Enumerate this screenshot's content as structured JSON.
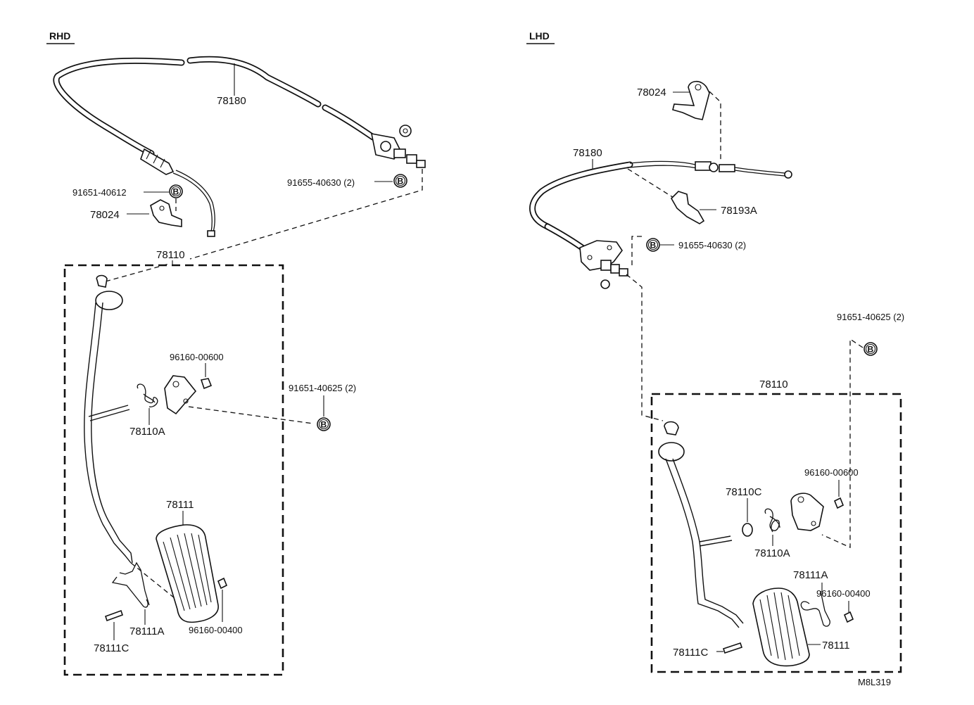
{
  "sections": {
    "rhd": {
      "label": "RHD"
    },
    "lhd": {
      "label": "LHD"
    }
  },
  "rhd_labels": {
    "cable": "78180",
    "bolt_cable": "91655-40630 (2)",
    "bolt_bracket": "91651-40612",
    "bracket": "78024",
    "assy": "78110",
    "nut_upper": "96160-00600",
    "bolt_pedal": "91651-40625 (2)",
    "spring_upper": "78110A",
    "pad": "78111",
    "spring_lower": "78111A",
    "nut_lower": "96160-00400",
    "pin": "78111C"
  },
  "lhd_labels": {
    "bracket": "78024",
    "cable": "78180",
    "clamp": "78193A",
    "bolt_cable": "91655-40630 (2)",
    "bolt_pedal": "91651-40625 (2)",
    "assy": "78110",
    "nut_upper": "96160-00600",
    "bushing": "78110C",
    "spring_upper": "78110A",
    "spring_lower": "78111A",
    "nut_lower": "96160-00400",
    "pin": "78111C",
    "pad": "78111"
  },
  "markers": {
    "b": "B"
  },
  "footer": {
    "code": "M8L319"
  }
}
